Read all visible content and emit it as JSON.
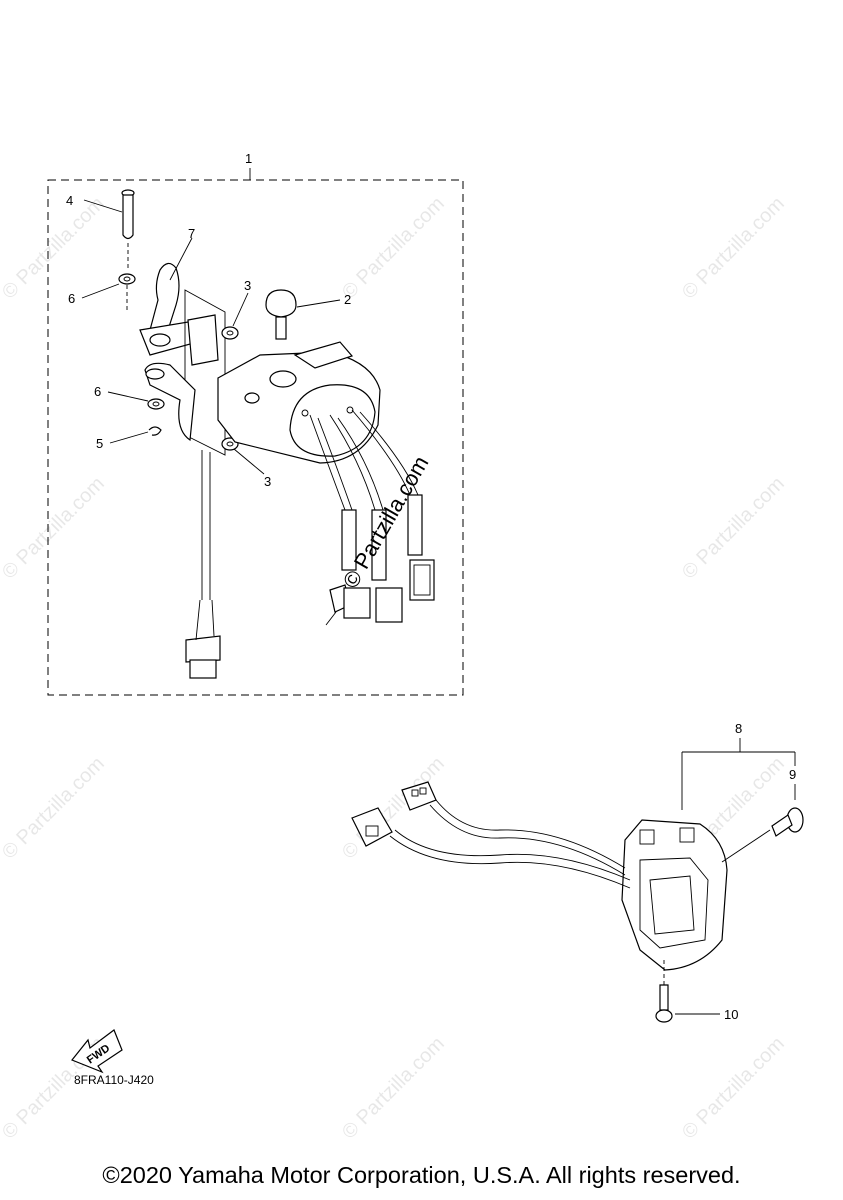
{
  "callouts": {
    "c1": "1",
    "c2": "2",
    "c3a": "3",
    "c3b": "3",
    "c4": "4",
    "c5": "5",
    "c6a": "6",
    "c6b": "6",
    "c7": "7",
    "c8": "8",
    "c9": "9",
    "c10": "10"
  },
  "fwd_label": "FWD",
  "drawing_code": "8FRA110-J420",
  "watermark": "© Partzilla.com",
  "copyright": "©2020 Yamaha Motor Corporation, U.S.A. All rights reserved."
}
